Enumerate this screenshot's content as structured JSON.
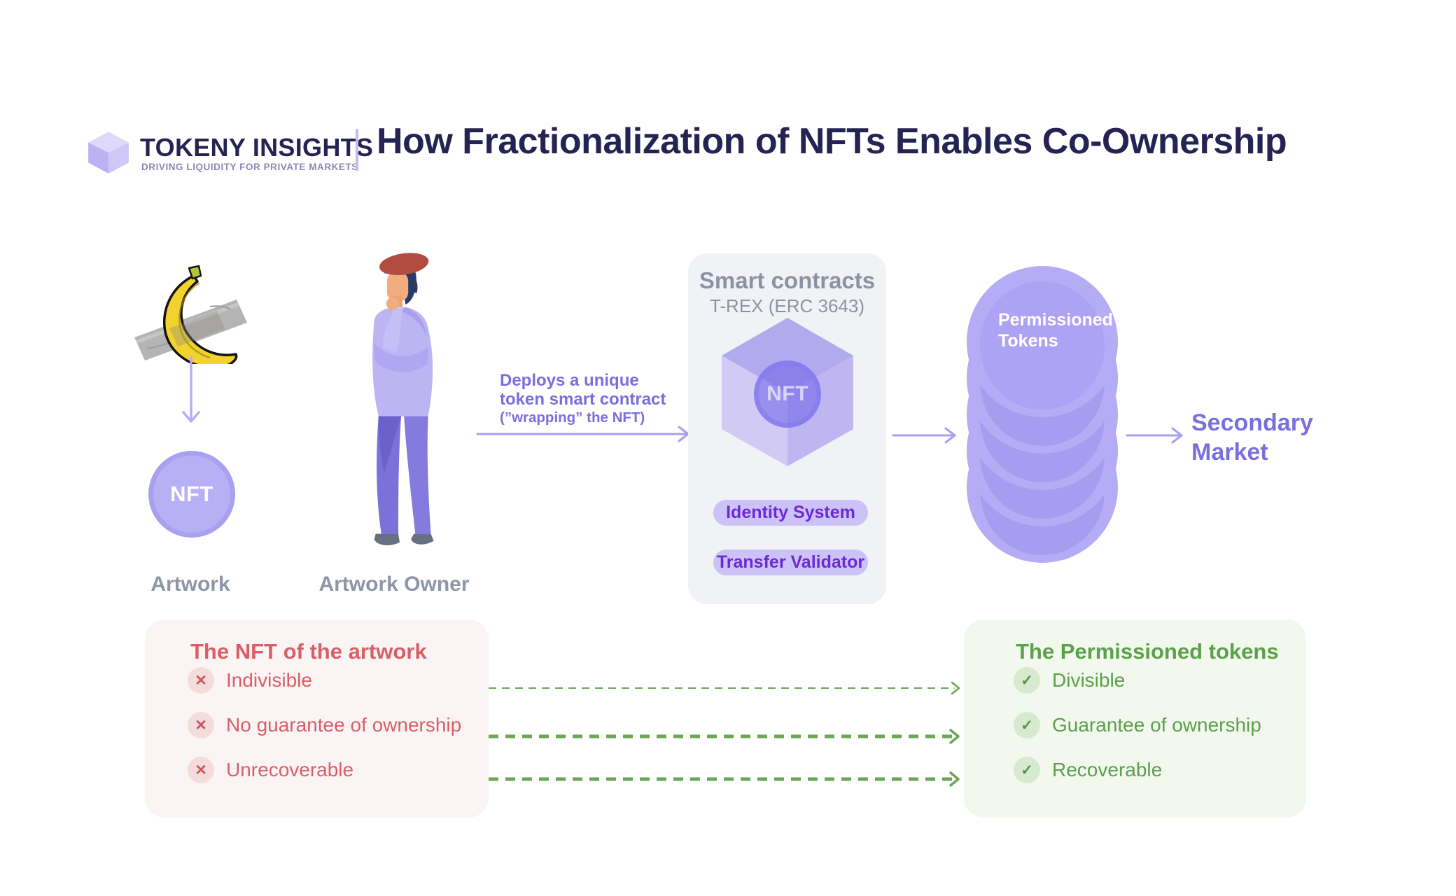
{
  "brand": {
    "name": "TOKENY INSIGHTS",
    "tagline": "DRIVING LIQUIDITY FOR PRIVATE MARKETS"
  },
  "title": "How Fractionalization of NFTs Enables Co-Ownership",
  "flow": {
    "artwork": {
      "label": "Artwork",
      "nft_badge": "NFT"
    },
    "owner": {
      "label": "Artwork Owner"
    },
    "deploy": {
      "line1": "Deploys a unique",
      "line2": "token smart contract",
      "line3": "(”wrapping” the NFT)"
    },
    "smart_contracts": {
      "title": "Smart contracts",
      "subtitle": "T-REX (ERC 3643)",
      "nft_label": "NFT",
      "pills": [
        "Identity System",
        "Transfer Validator"
      ]
    },
    "tokens": {
      "label": "Permissioned Tokens"
    },
    "secondary_market": {
      "label": "Secondary Market"
    }
  },
  "comparison": {
    "nft": {
      "title": "The NFT of the artwork",
      "items": [
        "Indivisible",
        "No guarantee of ownership",
        "Unrecoverable"
      ]
    },
    "permissioned": {
      "title": "The Permissioned tokens",
      "items": [
        "Divisible",
        "Guarantee of ownership",
        "Recoverable"
      ]
    }
  },
  "icons": {
    "cross": "✕",
    "check": "✓"
  },
  "colors": {
    "navy": "#262253",
    "purple": "#7b6fe0",
    "red": "#d95f66",
    "green": "#5ba04a",
    "accent_light": "#a89ff2"
  }
}
